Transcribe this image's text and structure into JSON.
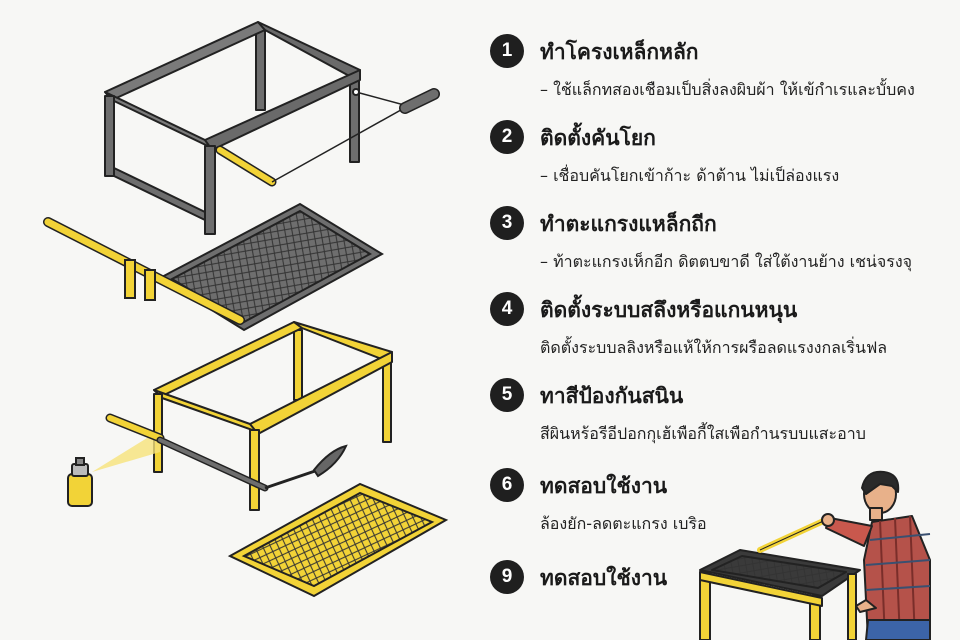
{
  "colors": {
    "steel": "#6e6e6e",
    "yellow": "#f2d337",
    "outline": "#222222",
    "background": "#f7f7f5",
    "badge": "#1f1f1f"
  },
  "icons": [
    "steel-frame-icon",
    "handle-rod-icon",
    "steel-grate-icon",
    "yellow-frame-icon",
    "spray-can-icon",
    "spatula-icon",
    "person-icon"
  ],
  "steps": [
    {
      "number": "1",
      "title": "ทำโครงเหล็กหลัก",
      "desc": "– ใช้แล็กทสองเชือมเป็บสิ่งลงผิบผ้า ให้เข้กำเรและบั้บคง"
    },
    {
      "number": "2",
      "title": "ติดตั้งคันโยก",
      "desc": "– เชื่อบคันโยกเข้าก้าะ ด้าต้าน ไม่เป็ล่องแรง"
    },
    {
      "number": "3",
      "title": "ทำตะแกรงแหล็กถีก",
      "desc": "– ท้าตะแกรงเห็กอีก ดิตตบขาดี ใส่ใต้งานย้าง เชน่จรงจุ"
    },
    {
      "number": "4",
      "title": "ติดตั้งระบบสลึงหรือแกนหนุน",
      "desc": "ติดตั้งระบบลลิงหรือแห้ให้การผรือลดแรงงกลเริ่นฟล"
    },
    {
      "number": "5",
      "title": "ทาสีป้องกันสนิน",
      "desc": "สีผินหร้อรีอีปอกกุเฮ้เพือกี้ใสเพือกำนรบบแสะอาบ"
    },
    {
      "number": "6",
      "title": "ทดสอบใช้งาน",
      "desc": "ล้องยัก-ลดตะแกรง เบริอ"
    },
    {
      "number": "9",
      "title": "ทดสอบใช้งาน",
      "desc": ""
    }
  ]
}
